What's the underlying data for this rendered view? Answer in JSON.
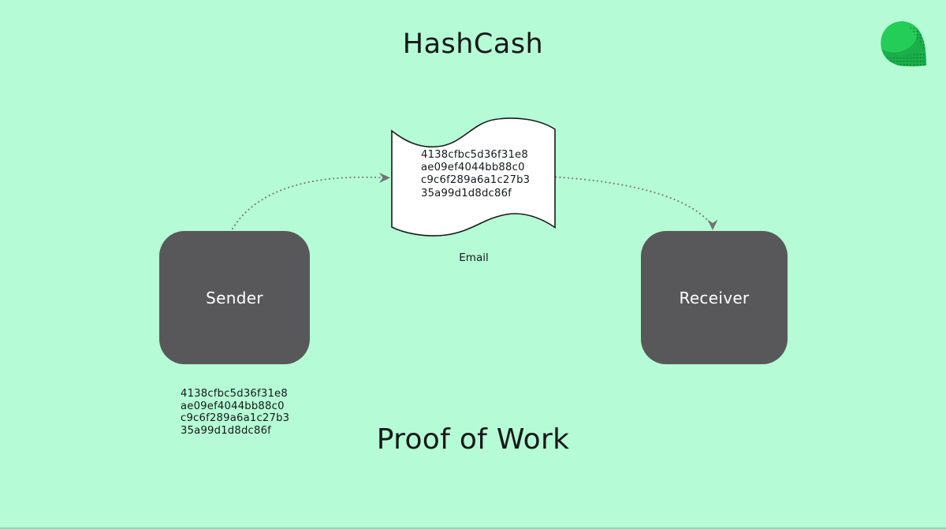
{
  "title": "HashCash",
  "subtitle": "Proof of Work",
  "email_note": {
    "label": "Email",
    "hash_lines": [
      "4138cfbc5d36f31e8",
      "ae09ef4044bb88c0",
      "c9c6f289a6a1c27b3",
      "35a99d1d8dc86f"
    ]
  },
  "sender": {
    "label": "Sender",
    "hash_lines": [
      "4138cfbc5d36f31e8",
      "ae09ef4044bb88c0",
      "c9c6f289a6a1c27b3",
      "35a99d1d8dc86f"
    ]
  },
  "receiver": {
    "label": "Receiver"
  },
  "icons": {
    "logo": "leaf-logo"
  },
  "colors": {
    "background": "#b5fbd5",
    "ink": "#15181a",
    "paper": "#ffffff",
    "paper_stroke": "#1a1a1a",
    "connector": "#6f7472",
    "node_fill": "#58585a",
    "node_text": "#ffffff",
    "logo_green": "#1aaf4b",
    "logo_green_light": "#24cd58",
    "logo_green_dark": "#0f8038",
    "bottom_edge": "#9fceb6"
  }
}
